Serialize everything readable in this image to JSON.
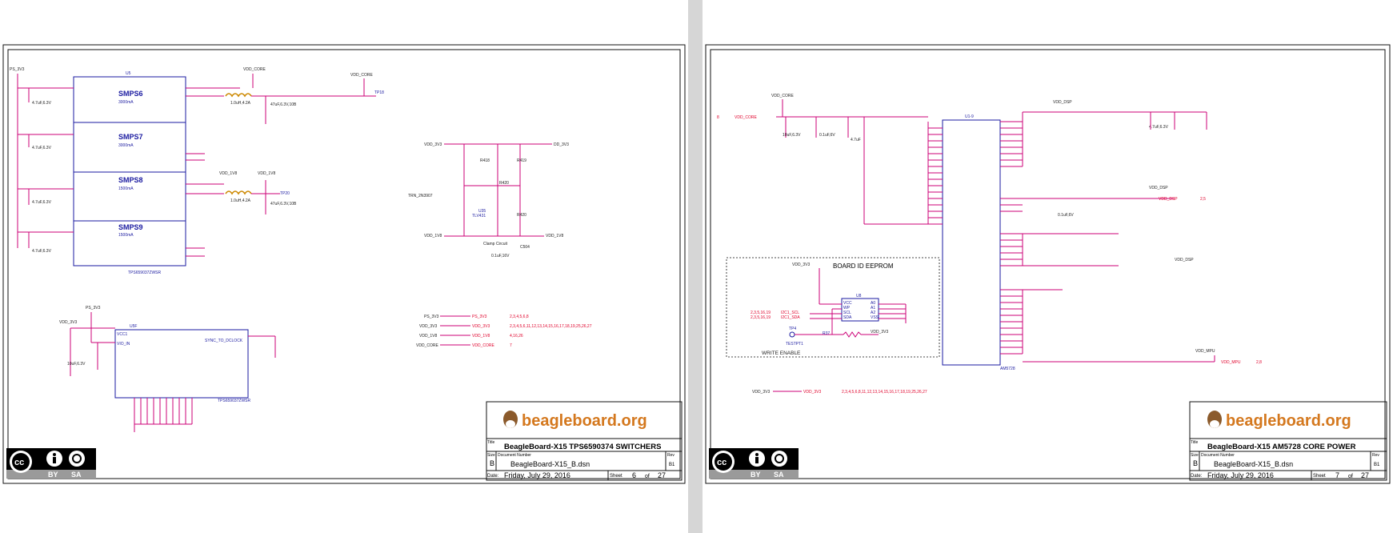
{
  "colors": {
    "wire": "#cc0077",
    "part": "#1a1aa0",
    "ref": "#e0002a",
    "brand": "#d4781e"
  },
  "icons": [
    "creative-commons-icon",
    "attribution-icon",
    "share-alike-icon",
    "beagle-dog-icon"
  ],
  "sheets": [
    {
      "logo": {
        "text": "beagleboard.org"
      },
      "license": {
        "by": "BY",
        "sa": "SA"
      },
      "title_block": {
        "title_label": "Title",
        "title": "BeagleBoard-X15 TPS6590374 SWITCHERS",
        "size_label": "Size",
        "size": "B",
        "docnum_label": "Document Number",
        "docnum": "BeagleBoard-X15_B.dsn",
        "rev_label": "Rev",
        "rev": "B1",
        "date_label": "Date:",
        "date": "Friday, July 29, 2016",
        "sheet_label": "Sheet",
        "sheet": "6",
        "of_label": "of",
        "of": "27"
      },
      "ic_u5": {
        "ref": "U5",
        "part": "TPS659037ZWSR",
        "blocks": [
          "SMPS6",
          "SMPS7",
          "SMPS8",
          "SMPS9"
        ],
        "current": [
          "3000mA",
          "3000mA",
          "1500mA",
          "1500mA"
        ]
      },
      "ic_u5f": {
        "ref": "U5F",
        "part": "TPS659037ZWSR",
        "pins": [
          "VCC1",
          "VIO_IN",
          "SYNC_TO_DCLOCK"
        ]
      },
      "nets": [
        "PS_3V3",
        "VDD_CORE",
        "VDD_1V8",
        "VDD_3V3",
        "TP18",
        "TP20"
      ],
      "clamp": {
        "label": "Clamp Circuit",
        "q": "TRN_2N3907",
        "u": "U35",
        "u_part": "TLV431",
        "r": [
          "R418",
          "R419",
          "R420",
          "R420"
        ],
        "c": "C504",
        "c_val": "0.1uF,16V",
        "net_in": "VDD_3V3",
        "net_out": "DD_3V3",
        "net_vin": "VDD_1V8",
        "net_vout": "VDD_1V8"
      },
      "offpage": {
        "labels": [
          "PS_3V3",
          "VDD_3V3",
          "VDD_1V8",
          "VDD_CORE"
        ],
        "refs": [
          "2,3,4,5,6,8",
          "2,3,4,5,6,11,12,13,14,15,16,17,18,19,25,26,27",
          "4,16,26",
          "7"
        ]
      },
      "caps": [
        "4.7uF,6.3V",
        "4.7uF,6.3V",
        "4.7uF,6.3V",
        "4.7uF,6.3V",
        "47uF,6.3V,10B",
        "47uF,6.3V,10B",
        "10uF,6.3V"
      ],
      "inductors": [
        "1.0uH,4.2A",
        "1.0uH,4.2A"
      ]
    },
    {
      "logo": {
        "text": "beagleboard.org"
      },
      "license": {
        "by": "BY",
        "sa": "SA"
      },
      "title_block": {
        "title_label": "Title",
        "title": "BeagleBoard-X15 AM5728 CORE POWER",
        "size_label": "Size",
        "size": "B",
        "docnum_label": "Document Number",
        "docnum": "BeagleBoard-X15_B.dsn",
        "rev_label": "Rev",
        "rev": "B1",
        "date_label": "Date:",
        "date": "Friday, July 29, 2016",
        "sheet_label": "Sheet",
        "sheet": "7",
        "of_label": "of",
        "of": "27"
      },
      "ic_u1": {
        "ref": "U1-9",
        "part": "AM5728"
      },
      "nets": [
        "VDD_CORE",
        "VDD_DSP",
        "VDD_MPU",
        "VDD_3V3",
        "VDD_DSP"
      ],
      "eeprom": {
        "title": "BOARD ID EEPROM",
        "ic": "U8",
        "pins": [
          "VCC",
          "WP",
          "SCL",
          "SDA",
          "A0",
          "A1",
          "A2",
          "VSS"
        ],
        "tp": "TP4",
        "tp_label": "TESTPT1",
        "r": "R37",
        "r_net": "VDD_3V3",
        "label": "WRITE ENABLE",
        "sig": [
          "I2C1_SCL",
          "I2C1_SDA"
        ],
        "sig_refs": [
          "2,3,5,16,19",
          "2,3,5,16,19"
        ]
      },
      "offpage": {
        "labels": [
          "VDD_CORE",
          "VDD_DSP",
          "VDD_MPU",
          "VDD_3V3"
        ],
        "refs": [
          "8",
          "2,5",
          "2,8",
          "2,3,4,5,6,8,11,12,13,14,15,16,17,18,19,25,26,27"
        ]
      },
      "caps": [
        "10uF,6.3V",
        "0.1uF,6V",
        "4.7uF",
        "4.7uF,6.3V",
        "0.1uF,6V"
      ]
    }
  ]
}
